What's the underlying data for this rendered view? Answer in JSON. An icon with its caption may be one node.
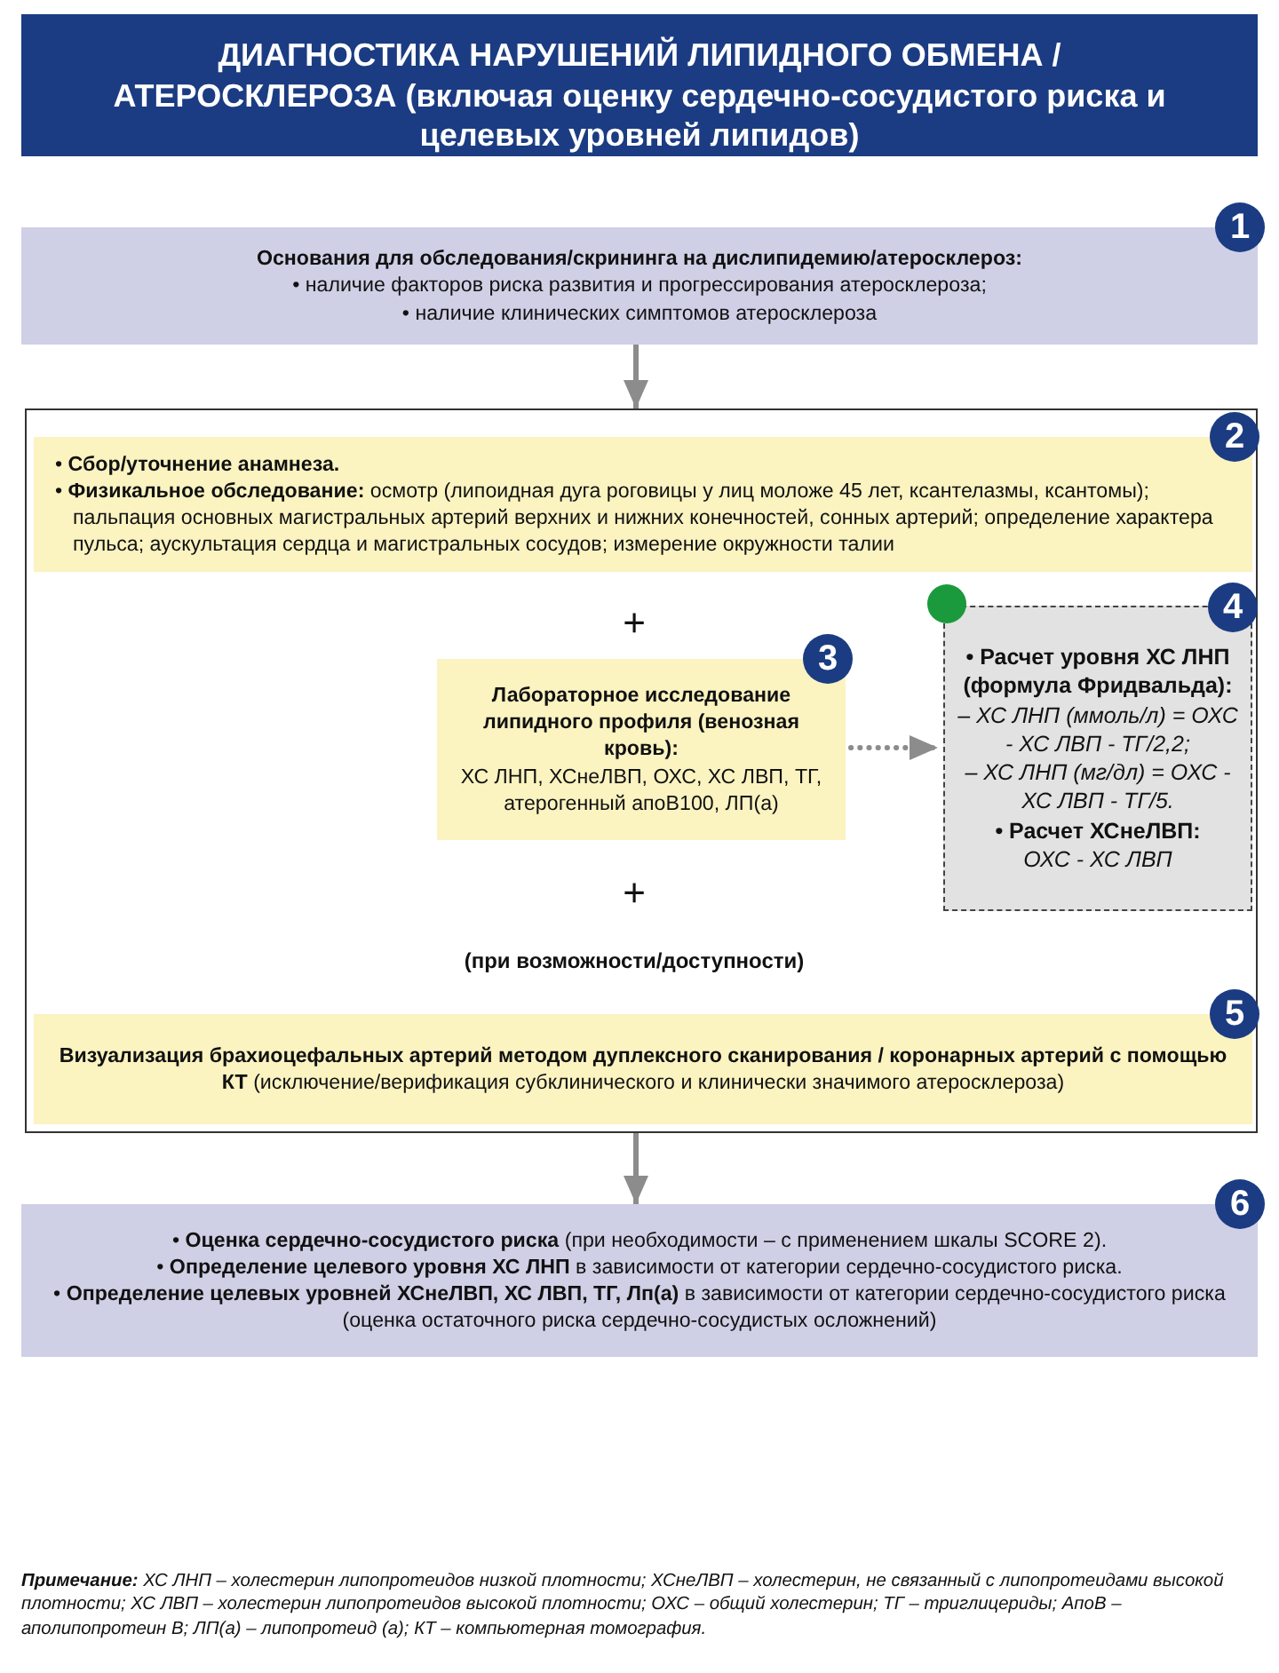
{
  "diagram": {
    "title": "ДИАГНОСТИКА НАРУШЕНИЙ ЛИПИДНОГО ОБМЕНА / АТЕРОСКЛЕРОЗА (включая оценку сердечно-сосудистого риска и целевых уровней липидов)",
    "nodes": [
      {
        "text": [
          "Основания для обследования/скрининга на дислипидемию/атеросклероз:",
          "• наличие факторов риска развития и прогрессирования атеросклероза;",
          "• наличие клинических симптомов атеросклероза"
        ],
        "beside": [
          "1"
        ]
      },
      {
        "text": [],
        "shape": "box"
      },
      {
        "text": [
          "• **Сбор/уточнение анамнеза.**",
          "• **Физикальное обследование:** осмотр (липоидная дуга роговицы у лиц моложе 45 лет, ксантелазмы, ксантомы); пальпация основных магистральных артерий верхних и нижних конечностей, сонных артерий; определение характера пульса; аускультация сердца и магистральных сосудов; измерение окружности талии"
        ],
        "in": 1,
        "beside": [
          "2"
        ]
      },
      {
        "text": [
          "Лабораторное исследование липидного профиля (венозная кровь):",
          "ХС ЛНП, ХСнеЛВП, ОХС, ХС ЛВП, ТГ, атерогенный апоВ100, ЛП(а)"
        ],
        "in": 1,
        "beside": [
          "3"
        ]
      },
      {
        "text": [
          "• Расчет уровня ХС ЛНП (формула Фридвальда):",
          "– ХС ЛНП (ммоль/л) = ОХС - ХС ЛВП - ТГ/2,2;",
          "– ХС ЛНП (мг/дл) = ОХС - ХС ЛВП - ТГ/5.",
          "• Расчет ХСнеЛВП:",
          "ОХС - ХС ЛВП"
        ],
        "in": 1,
        "beside": [
          "4"
        ]
      },
      {
        "text": [
          "**Визуализация брахиоцефальных артерий методом дуплексного сканирования / коронарных артерий с помощью КТ** (исключение/верификация субклинического и клинически значимого атеросклероза)"
        ],
        "in": 1,
        "beside": [
          "5"
        ]
      },
      {
        "text": [
          "• **Оценка сердечно-сосудистого риска** (при необходимости – с применением шкалы SCORE 2).",
          "• **Определение целевого уровня ХС ЛНП** в зависимости от категории сердечно-сосудистого риска.",
          "• **Определение целевых уровней ХСнеЛВП, ХС ЛВП, ТГ, Лп(а)** в зависимости от категории сердечно-сосудистого риска (оценка остаточного риска сердечно-сосудистых осложнений)"
        ],
        "beside": [
          "6"
        ]
      }
    ],
    "edges": [
      {
        "from": 0,
        "to": 1,
        "arrow": "to"
      },
      {
        "from": 3,
        "to": 4,
        "arrow": "to",
        "style": "dashed"
      },
      {
        "from": 1,
        "to": 6,
        "arrow": "to"
      }
    ],
    "labels": [
      "+",
      "+",
      "(при возможности/доступности)",
      "**Примечание:** ХС ЛНП – холестерин липопротеидов низкой плотности; ХСнеЛВП – холестерин, не связанный с липопротеидами высокой плотности; ХС ЛВП – холестерин липопротеидов высокой плотности; ОХС – общий холестерин; ТГ – триглицериды; АпоВ – аполипопротеин В; ЛП(а) – липопротеид (а); КТ – компьютерная томография."
    ]
  }
}
